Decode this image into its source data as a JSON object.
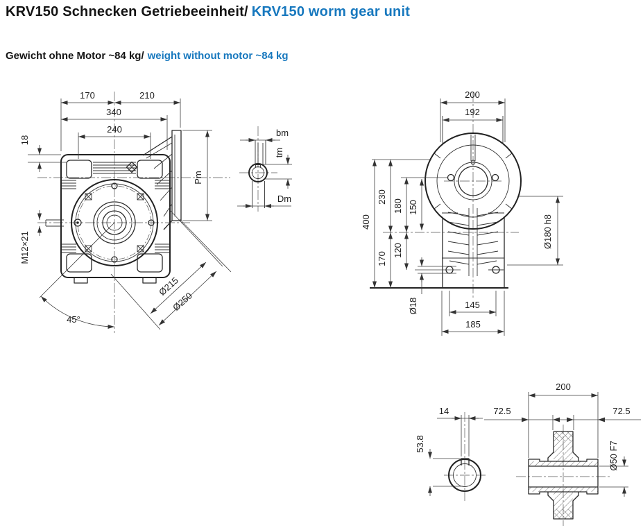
{
  "page": {
    "accent_color": "#1778be",
    "ink_color": "#141414"
  },
  "header": {
    "title_de": "KRV150 Schnecken Getriebeeinheit/",
    "title_en": "KRV150 worm gear unit",
    "subtitle_de": "Gewicht ohne Motor ~84 kg/",
    "subtitle_en": "weight without motor ~84 kg"
  },
  "front_view": {
    "dims": {
      "d170": "170",
      "d210": "210",
      "d340": "340",
      "d240": "240",
      "d18": "18",
      "m12": "M12×21",
      "angle45": "45°",
      "d215": "Ø215",
      "d250": "Ø250",
      "pm": "Pm"
    }
  },
  "input_shaft_view": {
    "bm": "bm",
    "tm": "tm",
    "dm": "Dm"
  },
  "side_view": {
    "dims": {
      "d200": "200",
      "d192": "192",
      "d400": "400",
      "d230": "230",
      "d170": "170",
      "d180": "180",
      "d150": "150",
      "d120": "120",
      "d145": "145",
      "d185": "185",
      "d18": "Ø18",
      "d180h8": "Ø180 h8"
    }
  },
  "hollow_shaft_view": {
    "dims": {
      "d14": "14",
      "d538": "53.8",
      "d200": "200",
      "d725l": "72.5",
      "d725r": "72.5",
      "d50": "Ø50 F7"
    }
  }
}
